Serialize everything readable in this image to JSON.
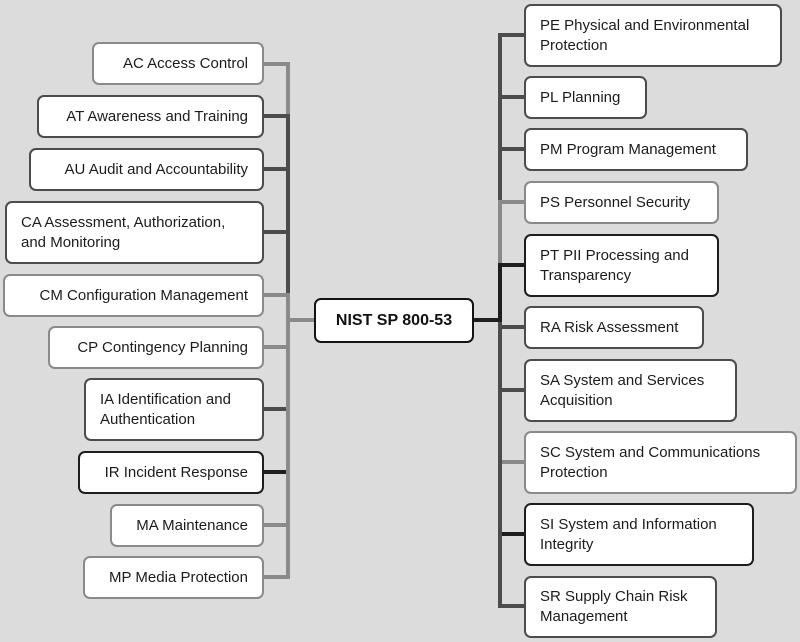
{
  "center": {
    "label": "NIST SP 800-53"
  },
  "left_families": [
    {
      "label": "AC Access Control",
      "tone": "light"
    },
    {
      "label": "AT Awareness and Training",
      "tone": "mid"
    },
    {
      "label": "AU Audit and Accountability",
      "tone": "mid"
    },
    {
      "label": "CA Assessment, Authorization, and Monitoring",
      "tone": "mid"
    },
    {
      "label": "CM Configuration Management",
      "tone": "light"
    },
    {
      "label": "CP Contingency Planning",
      "tone": "light"
    },
    {
      "label": "IA Identification and Authentication",
      "tone": "mid"
    },
    {
      "label": "IR Incident Response",
      "tone": "dark"
    },
    {
      "label": "MA Maintenance",
      "tone": "light"
    },
    {
      "label": "MP Media Protection",
      "tone": "light"
    }
  ],
  "right_families": [
    {
      "label": "PE Physical and Environmental Protection",
      "tone": "mid"
    },
    {
      "label": "PL Planning",
      "tone": "mid"
    },
    {
      "label": "PM Program Management",
      "tone": "mid"
    },
    {
      "label": "PS Personnel Security",
      "tone": "light"
    },
    {
      "label": "PT PII Processing and Transparency",
      "tone": "dark"
    },
    {
      "label": "RA Risk Assessment",
      "tone": "mid"
    },
    {
      "label": "SA System and Services Acquisition",
      "tone": "mid"
    },
    {
      "label": "SC System and Communications Protection",
      "tone": "light"
    },
    {
      "label": "SI System and Information Integrity",
      "tone": "dark"
    },
    {
      "label": "SR Supply Chain Risk Management",
      "tone": "mid"
    }
  ],
  "colors": {
    "background": "#dcdcdc",
    "node_fill": "#ffffff",
    "light": "#8a8a8a",
    "mid": "#4c4c4c",
    "dark": "#1e1e1e"
  }
}
